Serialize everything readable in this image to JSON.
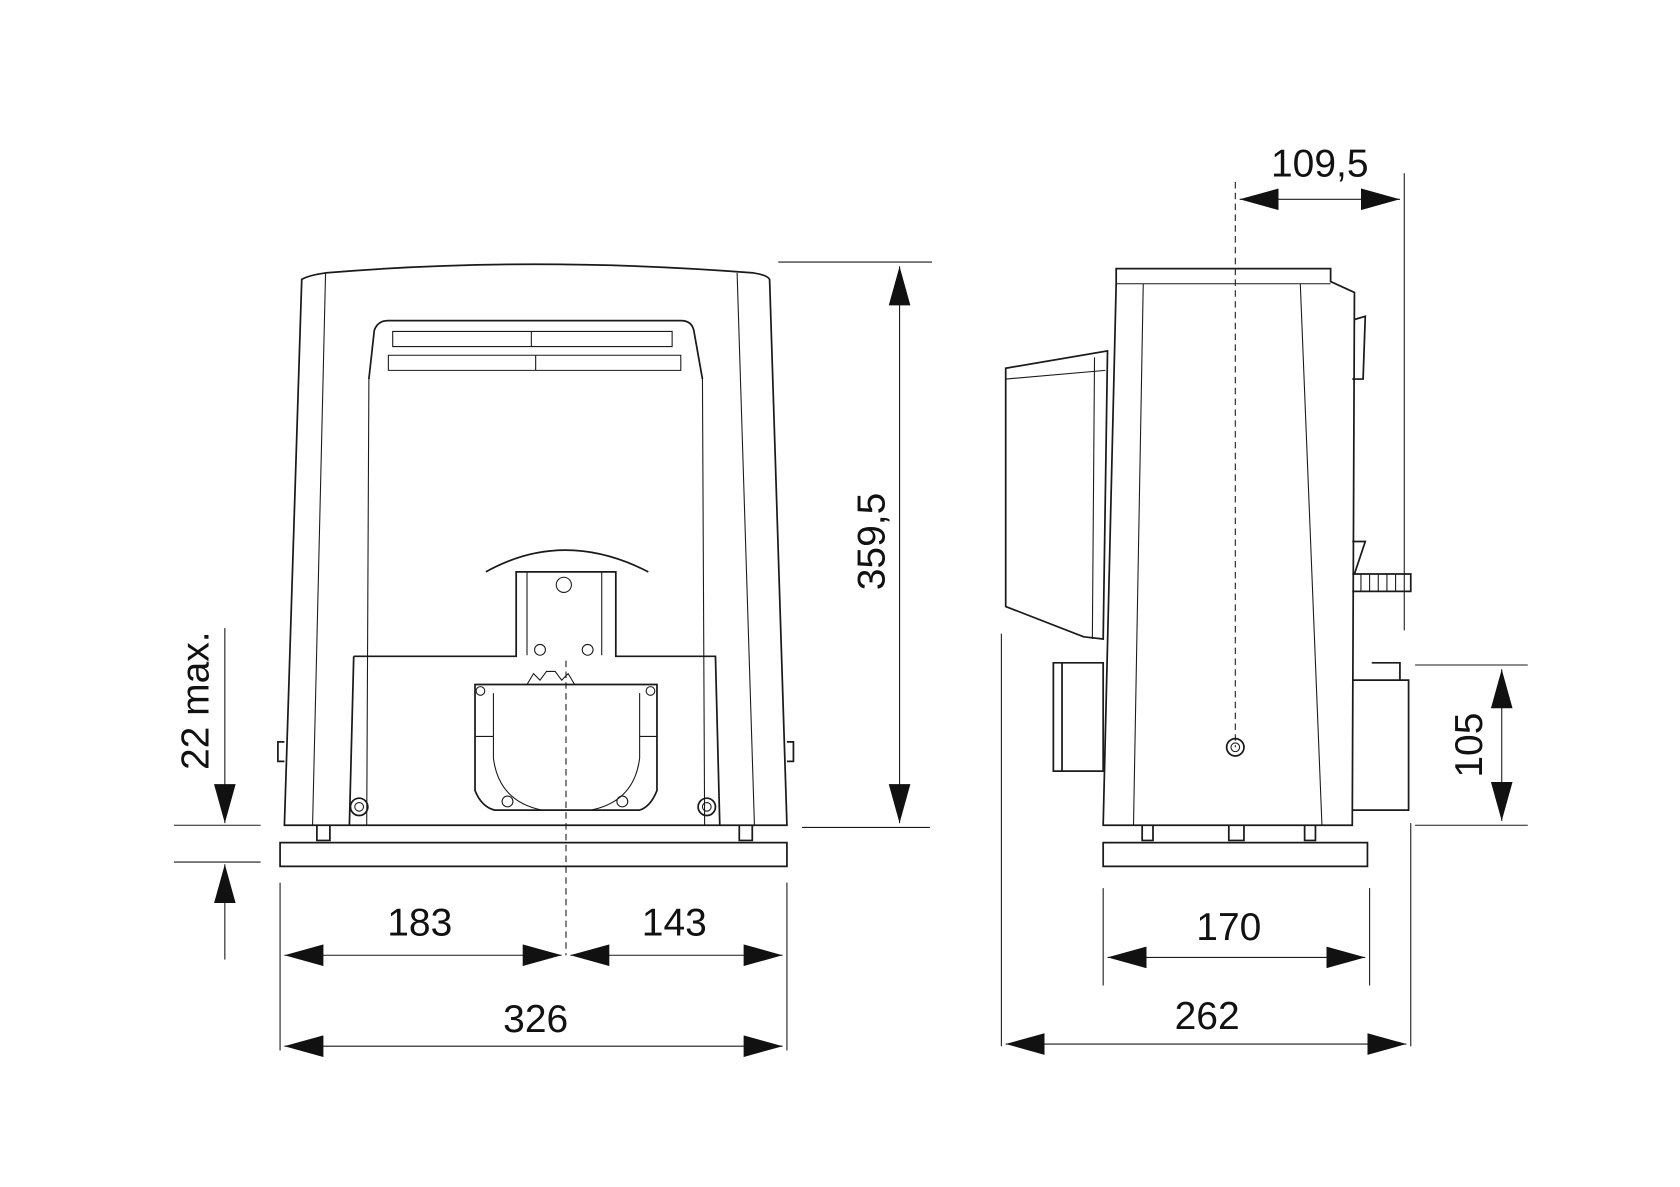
{
  "dimensions": {
    "front_left_width": "183",
    "front_right_width": "143",
    "front_total_width": "326",
    "height": "359,5",
    "rack_height": "22 max.",
    "side_base_width": "170",
    "side_total_width": "262",
    "side_axis_offset": "109,5",
    "side_rack_height": "105"
  },
  "colors": {
    "line": "#1a1a1a",
    "background": "#ffffff"
  }
}
